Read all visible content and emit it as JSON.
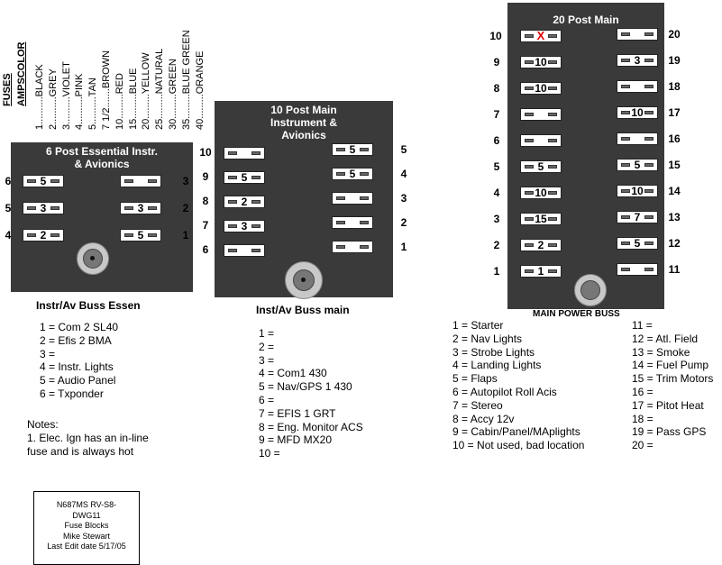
{
  "legend": {
    "fuses_heading": "FUSES",
    "amps_color_heading": "AMPSCOLOR",
    "items": [
      "1..........BLACK",
      "2..........GREY",
      "3..........VIOLET",
      "4..........PINK",
      "5..........TAN",
      "7 1/2.......BROWN",
      "10.........RED",
      "15.........BLUE",
      "20.........YELLOW",
      "25.........NATURAL",
      "30.........GREEN",
      "35.........BLUE GREEN",
      "40.........ORANGE"
    ]
  },
  "essential_block": {
    "title_line1": "6 Post Essential Instr.",
    "title_line2": "& Avionics",
    "left_positions": [
      "6",
      "5",
      "4"
    ],
    "left_fuses": [
      "5",
      "3",
      "2"
    ],
    "right_positions": [
      "3",
      "2",
      "1"
    ],
    "right_fuses": [
      "",
      "3",
      "5"
    ],
    "caption": "Instr/Av Buss Essen",
    "assignments": [
      "1 = Com 2 SL40",
      "2 = Efis 2 BMA",
      "3 =",
      "4 = Instr. Lights",
      "5 = Audio Panel",
      "6 = Txponder"
    ]
  },
  "notes": {
    "heading": "Notes:",
    "line1": "1. Elec. Ign has an in-line",
    "line2": "fuse and is always hot"
  },
  "main10_block": {
    "title_line1": "10 Post Main",
    "title_line2": "Instrument &",
    "title_line3": "Avionics",
    "left_positions": [
      "10",
      "9",
      "8",
      "7",
      "6"
    ],
    "left_fuses": [
      "",
      "5",
      "2",
      "3",
      ""
    ],
    "right_positions": [
      "5",
      "4",
      "3",
      "2",
      "1"
    ],
    "right_fuses": [
      "5",
      "5",
      "",
      "",
      ""
    ],
    "caption": "Inst/Av Buss main",
    "assignments": [
      "1 =",
      "2 =",
      "3 =",
      "4 = Com1 430",
      "5 = Nav/GPS 1 430",
      "6 =",
      "7 = EFIS 1 GRT",
      "8 = Eng. Monitor ACS",
      "9 = MFD MX20",
      "10 ="
    ]
  },
  "main20_block": {
    "title": "20 Post Main",
    "left_positions": [
      "10",
      "9",
      "8",
      "7",
      "6",
      "5",
      "4",
      "3",
      "2",
      "1"
    ],
    "left_fuses": [
      "X",
      "10",
      "10",
      "",
      "",
      "5",
      "10",
      "15",
      "2",
      "1"
    ],
    "right_positions": [
      "20",
      "19",
      "18",
      "17",
      "16",
      "15",
      "14",
      "13",
      "12",
      "11"
    ],
    "right_fuses": [
      "",
      "3",
      "",
      "10",
      "",
      "5",
      "10",
      "7",
      "5",
      ""
    ],
    "caption": "MAIN POWER BUSS",
    "assignments_left": [
      "1 = Starter",
      "2 = Nav Lights",
      "3 = Strobe Lights",
      "4 = Landing Lights",
      "5 = Flaps",
      "6 = Autopilot Roll Acis",
      "7 = Stereo",
      "8 = Accy 12v",
      "9 = Cabin/Panel/MAplights",
      "10 = Not used, bad location"
    ],
    "assignments_right": [
      "11 =",
      "12 = Atl. Field",
      "13 = Smoke",
      "14 = Fuel Pump",
      "15 = Trim Motors",
      "16 =",
      "17 = Pitot Heat",
      "18 =",
      "19 = Pass GPS",
      "20 ="
    ]
  },
  "title_block": {
    "line1": "N687MS RV-S8-",
    "line2": "DWG11",
    "line3": "Fuse Blocks",
    "line4": "Mike Stewart",
    "line5": "Last Edit date 5/17/05"
  }
}
